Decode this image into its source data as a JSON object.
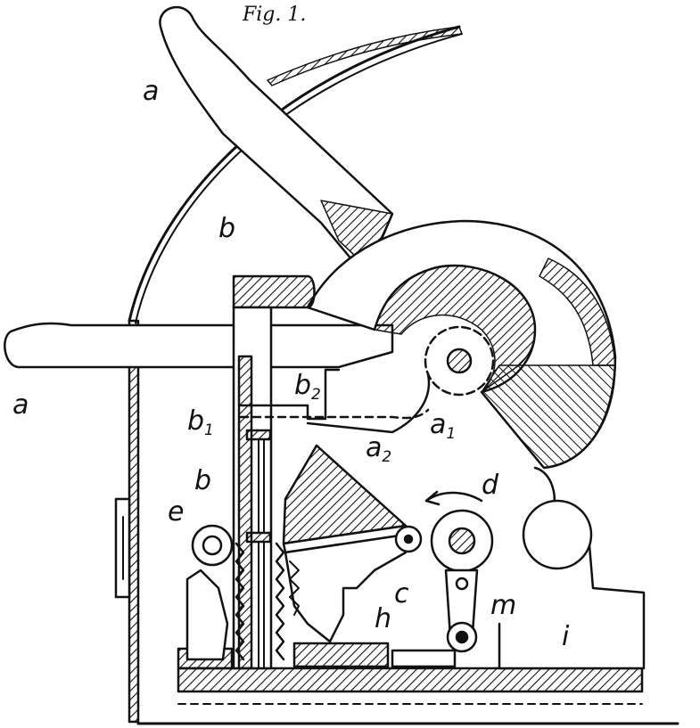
{
  "figure": {
    "title": "Fig. 1.",
    "labels": {
      "a_top": "a",
      "a_left": "a",
      "a1": "a",
      "a1_sub": "1",
      "a2": "a",
      "a2_sub": "2",
      "b_top": "b",
      "b_mid": "b",
      "b1": "b",
      "b1_sub": "1",
      "b2": "b",
      "b2_sub": "2",
      "c": "c",
      "d": "d",
      "e": "e",
      "h": "h",
      "i": "i",
      "m": "m"
    }
  }
}
